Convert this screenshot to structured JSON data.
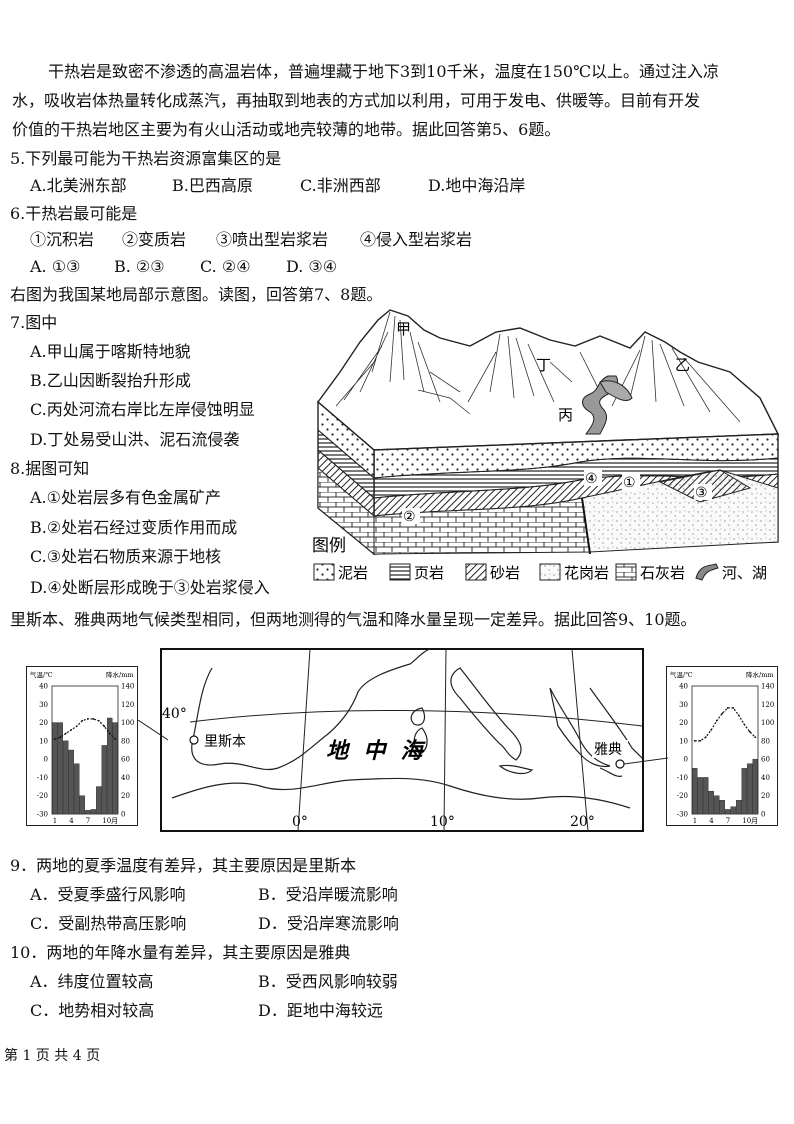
{
  "intro": {
    "line1": "干热岩是致密不渗透的高温岩体，普遍埋藏于地下3到10千米，温度在150℃以上。通过注入凉",
    "line2": "水，吸收岩体热量转化成蒸汽，再抽取到地表的方式加以利用，可用于发电、供暖等。目前有开发",
    "line3": "价值的干热岩地区主要为有火山活动或地壳较薄的地带。据此回答第5、6题。"
  },
  "q5": {
    "stem": "5.下列最可能为干热岩资源富集区的是",
    "options": [
      "A.北美洲东部",
      "B.巴西高原",
      "C.非洲西部",
      "D.地中海沿岸"
    ]
  },
  "q6": {
    "stem": "6.干热岩最可能是",
    "choices": [
      "①沉积岩",
      "②变质岩",
      "③喷出型岩浆岩",
      "④侵入型岩浆岩"
    ],
    "options": [
      "A. ①③",
      "B. ②③",
      "C. ②④",
      "D. ③④"
    ]
  },
  "intro78": "右图为我国某地局部示意图。读图，回答第7、8题。",
  "q7": {
    "stem": "7.图中",
    "options": [
      "A.甲山属于喀斯特地貌",
      "B.乙山因断裂抬升形成",
      "C.丙处河流右岸比左岸侵蚀明显",
      "D.丁处易受山洪、泥石流侵袭"
    ]
  },
  "q8": {
    "stem": "8.据图可知",
    "options": [
      "A.①处岩层多有色金属矿产",
      "B.②处岩石经过变质作用而成",
      "C.③处岩石物质来源于地核",
      "D.④处断层形成晚于③处岩浆侵入"
    ]
  },
  "block_diagram": {
    "labels": {
      "jia": "甲",
      "yi": "乙",
      "bing": "丙",
      "ding": "丁",
      "n1": "①",
      "n2": "②",
      "n3": "③",
      "n4": "④"
    },
    "legend": {
      "title": "图例",
      "items": [
        "泥岩",
        "页岩",
        "砂岩",
        "花岗岩",
        "石灰岩",
        "河、湖"
      ]
    }
  },
  "intro910": "里斯本、雅典两地气候类型相同，但两地测得的气温和降水量呈现一定差异。据此回答9、10题。",
  "map": {
    "sea_label": "地  中  海",
    "city_left": "里斯本",
    "city_right": "雅典",
    "lat_label": "40°",
    "lon_labels": [
      "0°",
      "10°",
      "20°"
    ]
  },
  "climate_charts": {
    "temp_axis_title": "气温/℃",
    "precip_axis_title": "降水/mm",
    "temp_ticks": [
      "40",
      "30",
      "20",
      "10",
      "0",
      "-10",
      "-20",
      "-30"
    ],
    "precip_ticks": [
      "140",
      "120",
      "100",
      "80",
      "60",
      "40",
      "20",
      "0"
    ],
    "x_ticks": [
      "1",
      "4",
      "7",
      "10月"
    ]
  },
  "chart_data": [
    {
      "type": "bar",
      "city": "里斯本",
      "months": [
        1,
        2,
        3,
        4,
        5,
        6,
        7,
        8,
        9,
        10,
        11,
        12
      ],
      "precip_mm": [
        100,
        100,
        80,
        70,
        55,
        20,
        4,
        5,
        30,
        75,
        105,
        100
      ],
      "temp_c": [
        11,
        12,
        14,
        16,
        18,
        21,
        22,
        22,
        21,
        18,
        14,
        11
      ],
      "ylim_temp": [
        -30,
        40
      ],
      "ylim_precip": [
        0,
        140
      ]
    },
    {
      "type": "bar",
      "city": "雅典",
      "months": [
        1,
        2,
        3,
        4,
        5,
        6,
        7,
        8,
        9,
        10,
        11,
        12
      ],
      "precip_mm": [
        50,
        40,
        40,
        25,
        20,
        15,
        5,
        8,
        15,
        50,
        55,
        60
      ],
      "temp_c": [
        10,
        10,
        12,
        16,
        21,
        25,
        28,
        28,
        24,
        19,
        15,
        12
      ],
      "ylim_temp": [
        -30,
        40
      ],
      "ylim_precip": [
        0,
        140
      ]
    }
  ],
  "q9": {
    "stem": "9．两地的夏季温度有差异，其主要原因是里斯本",
    "options": [
      "A．受夏季盛行风影响",
      "B．受沿岸暖流影响",
      "C．受副热带高压影响",
      "D．受沿岸寒流影响"
    ]
  },
  "q10": {
    "stem": "10．两地的年降水量有差异，其主要原因是雅典",
    "options": [
      "A．纬度位置较高",
      "B．受西风影响较弱",
      "C．地势相对较高",
      "D．距地中海较远"
    ]
  },
  "footer": "第 1 页 共 4 页"
}
